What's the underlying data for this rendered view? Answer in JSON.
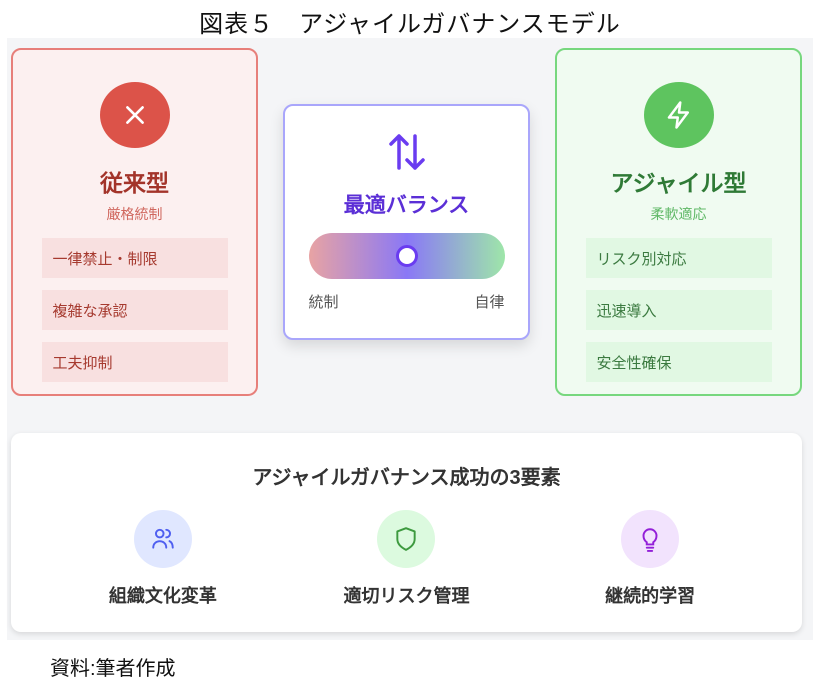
{
  "figure_title": "図表５　アジャイルガバナンスモデル",
  "traditional": {
    "title": "従来型",
    "subtitle": "厳格統制",
    "icon": "x-icon",
    "color": "#dc5349",
    "items": [
      "一律禁止・制限",
      "複雑な承認",
      "工夫抑制"
    ]
  },
  "balance": {
    "icon": "arrows-up-down-icon",
    "title": "最適バランス",
    "left_label": "統制",
    "right_label": "自律",
    "slider_value": 0.5,
    "color": "#6a3cf0"
  },
  "agile": {
    "title": "アジャイル型",
    "subtitle": "柔軟適応",
    "icon": "lightning-icon",
    "color": "#5ec45f",
    "items": [
      "リスク別対応",
      "迅速導入",
      "安全性確保"
    ]
  },
  "success": {
    "title": "アジャイルガバナンス成功の3要素",
    "factors": [
      {
        "label": "組織文化変革",
        "icon": "users-icon"
      },
      {
        "label": "適切リスク管理",
        "icon": "shield-icon"
      },
      {
        "label": "継続的学習",
        "icon": "lightbulb-icon"
      }
    ]
  },
  "source_note": "資料:筆者作成"
}
